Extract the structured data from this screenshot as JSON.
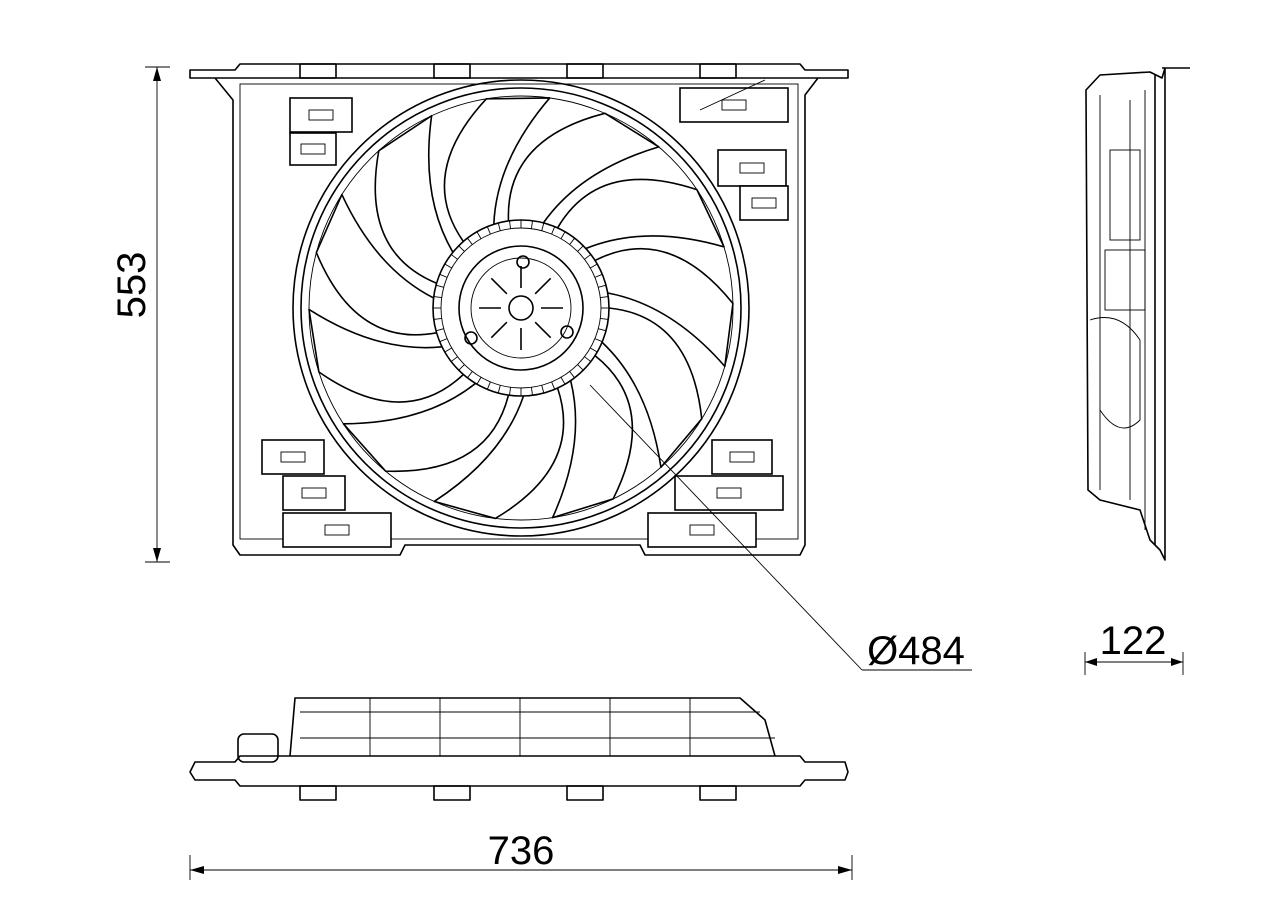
{
  "drawing": {
    "dimensions": {
      "height": "553",
      "fan_diameter": "Ø484",
      "depth": "122",
      "width": "736"
    },
    "fan_blade_count": 11,
    "colors": {
      "line": "#000000",
      "background": "#ffffff"
    }
  }
}
